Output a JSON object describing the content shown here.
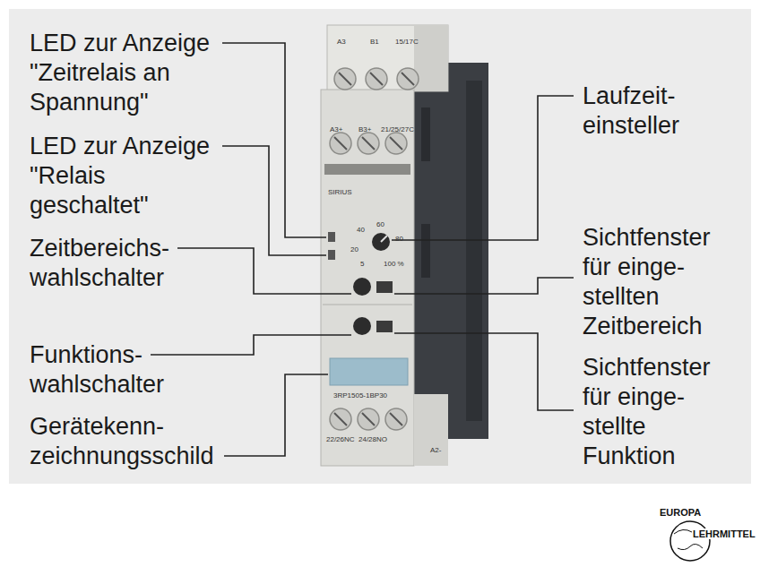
{
  "diagram": {
    "labels": [
      "LED zur Anzeige \"Zeitrelais an Spannung\"",
      "LED zur Anzeige \"Relais geschaltet\"",
      "Zeitbereichs- wahlschalter",
      "Funktions- wahlschalter",
      "Gerätekenn- zeichnungsschild",
      "Laufzeit- einsteller",
      "Sichtfenster für einge- stellten Zeitbereich",
      "Sichtfenster für einge- stellte Funktion",
      "A3",
      "B1",
      "15/17C",
      "A3+",
      "B3+",
      "21/25/27C",
      "SIRIUS",
      "40",
      "60",
      "20",
      "80",
      "5",
      "100 %",
      "3RP1505-1BP30",
      "22/26NC",
      "24/28NO",
      "A2-",
      "EUROPA",
      "LEHRMITTEL"
    ]
  }
}
